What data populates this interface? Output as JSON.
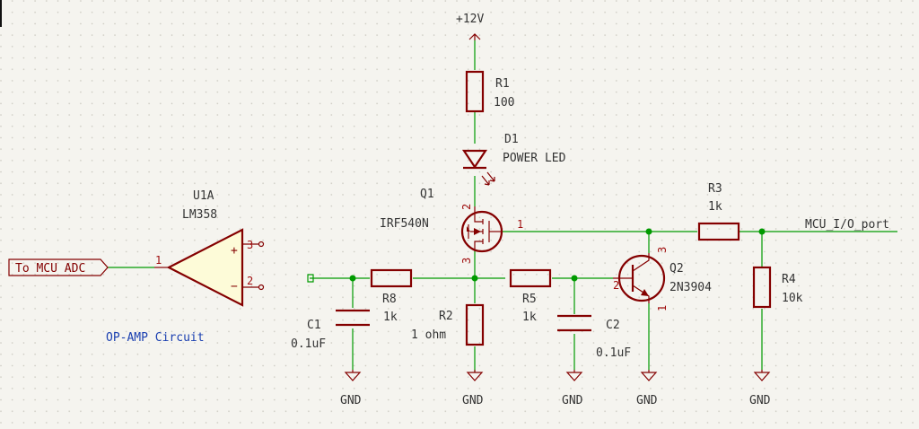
{
  "supply": {
    "label": "+12V"
  },
  "gnd_label": "GND",
  "opamp": {
    "ref": "U1A",
    "value": "LM358",
    "pins": {
      "out": "1",
      "in_plus": "3",
      "in_minus": "2"
    },
    "plus_sign": "+",
    "minus_sign": "−",
    "note": "OP-AMP Circuit"
  },
  "label_mcu_adc": "To MCU ADC",
  "label_mcu_io": "MCU_I/O_port",
  "components": {
    "r1": {
      "ref": "R1",
      "value": "100"
    },
    "d1": {
      "ref": "D1",
      "value": "POWER LED"
    },
    "q1": {
      "ref": "Q1",
      "value": "IRF540N",
      "pins": {
        "d": "2",
        "g": "1",
        "s": "3"
      }
    },
    "r2": {
      "ref": "R2",
      "value": "1 ohm"
    },
    "r3": {
      "ref": "R3",
      "value": "1k"
    },
    "r4": {
      "ref": "R4",
      "value": "10k"
    },
    "r5": {
      "ref": "R5",
      "value": "1k"
    },
    "r8": {
      "ref": "R8",
      "value": "1k"
    },
    "c1": {
      "ref": "C1",
      "value": "0.1uF"
    },
    "c2": {
      "ref": "C2",
      "value": "0.1uF"
    },
    "q2": {
      "ref": "Q2",
      "value": "2N3904",
      "pins": {
        "c": "3",
        "b": "2",
        "e": "1"
      }
    }
  },
  "colors": {
    "background": "#f5f4ef",
    "component": "#840000",
    "wire": "#009a00",
    "text": "#333333",
    "note": "#1a3fb0"
  }
}
